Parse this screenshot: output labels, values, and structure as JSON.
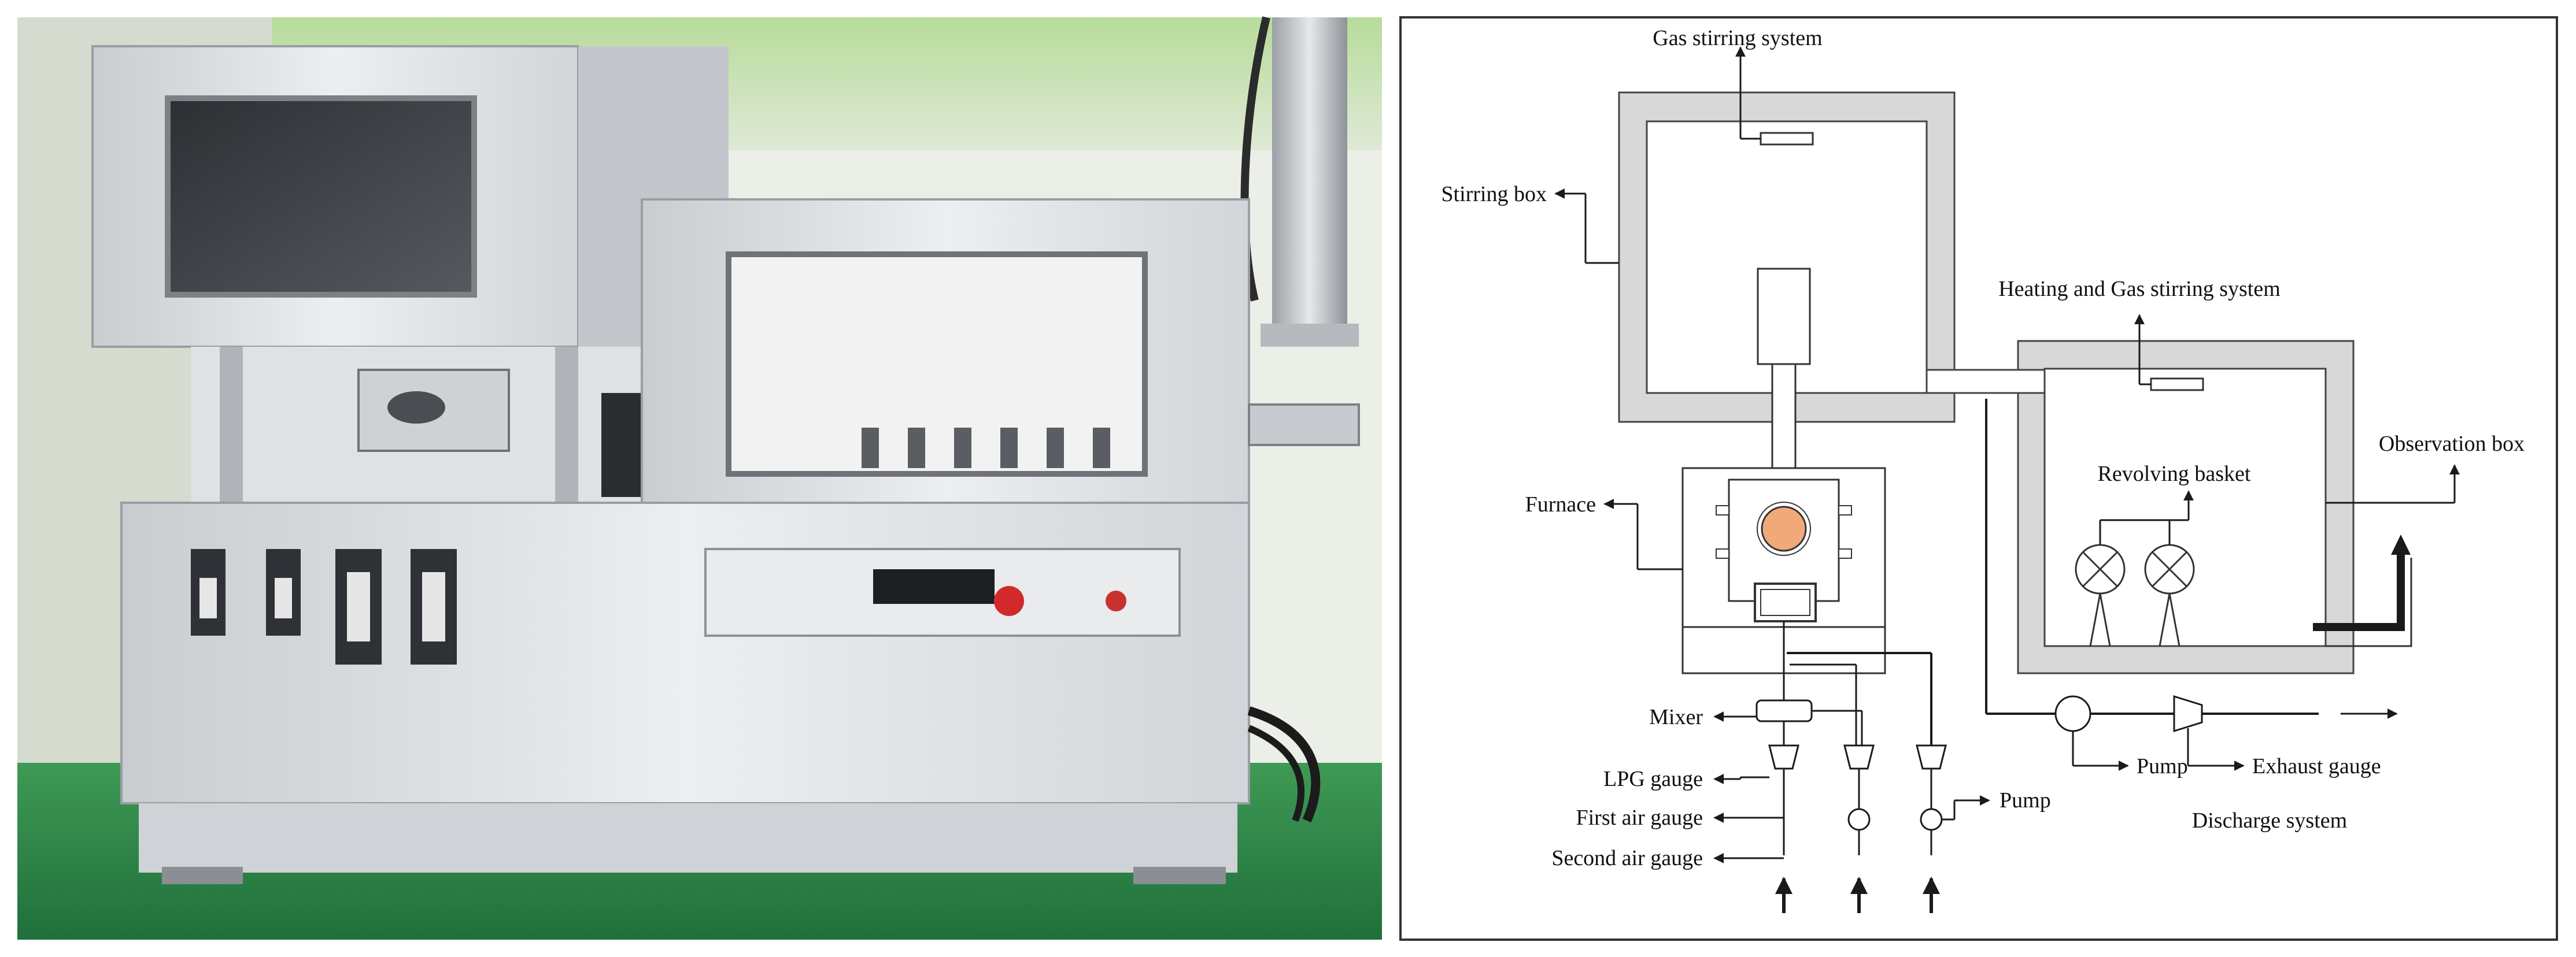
{
  "figure": {
    "left_panel": "photograph of experimental apparatus",
    "right_panel": "schematic diagram"
  },
  "labels": {
    "gas_stirring_system": "Gas stirring system",
    "stirring_box": "Stirring box",
    "heating_gas_stirring_system": "Heating and Gas stirring system",
    "observation_box": "Observation box",
    "revolving_basket": "Revolving basket",
    "furnace": "Furnace",
    "mixer": "Mixer",
    "lpg_gauge": "LPG gauge",
    "first_air_gauge": "First air gauge",
    "second_air_gauge": "Second air gauge",
    "pump_inlet": "Pump",
    "pump_discharge": "Pump",
    "exhaust_gauge": "Exhaust gauge",
    "discharge_system": "Discharge system"
  },
  "colors": {
    "box_wall": "#d8d8d8",
    "line": "#1a1a1a",
    "burner": "#f2a97a",
    "floor": "#2f8a4a",
    "wall_green": "#a9d18e",
    "machine": "#e4e6e8"
  }
}
